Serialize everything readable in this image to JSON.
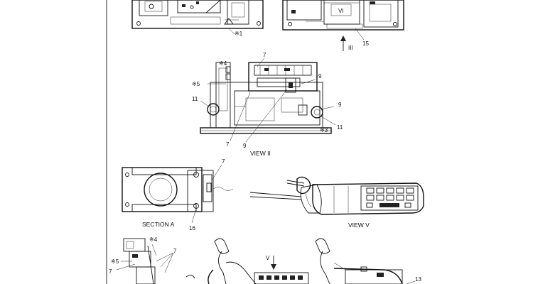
{
  "captions": {
    "view_ii": "VIEW II",
    "section_a": "SECTION A",
    "view_v": "VIEW V"
  },
  "callouts": {
    "top_left_1": "※1",
    "top_right_15": "15",
    "arrow_iii": "III",
    "top_right_vi": "VI",
    "vii_7": "7",
    "vii_s4": "※4",
    "vii_s5": "※5",
    "vii_11_left": "11",
    "vii_9_top": "9",
    "vii_9_right": "9",
    "vii_11_right": "11",
    "vii_s3": "※3",
    "vii_7_bottom": "7",
    "vii_9_bottom": "9",
    "seca_7": "7",
    "seca_16": "16",
    "bl_s4": "※4",
    "bl_7_right": "7",
    "bl_s5": "※5",
    "bl_7_left": "7",
    "arrow_v": "V",
    "br_13": "13"
  },
  "colors": {
    "ink": "#111111",
    "paper": "#ffffff"
  }
}
